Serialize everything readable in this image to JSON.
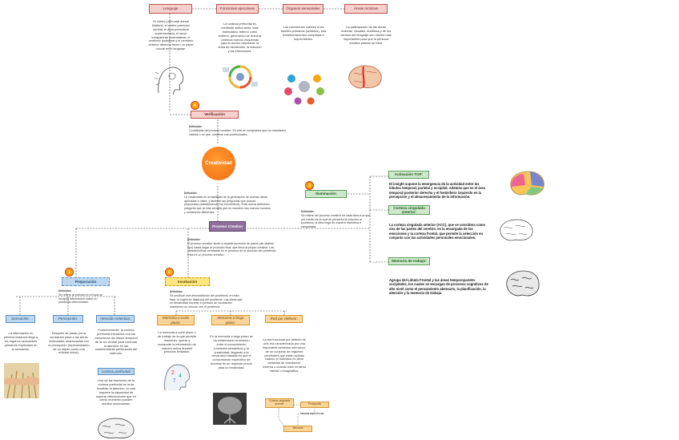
{
  "top": {
    "boxes": [
      "Lenguaje",
      "Funciones ejecutivas",
      "Órganos sensoriales",
      "Áreas motoras"
    ],
    "texts": [
      "El córtex prefrontal dorsal bilateral, el córtex premotor central, el área premotora suplementaria, el surco intraparietal contralateral, el cerebelo ipsilateral y el cerebelo anterior derecho tienen un papel crucial en el lenguaje.",
      "La corteza prefrontal es mediante activa tanto, este estimulador interno como externo, generando de manera continua nuevos esquemas para la acción voluntaria: la toma de decisiones, la solución y las intenciones.",
      "Las conexiones vuelven a las fuentes primarias (sentidos), tras transformaciones complejas e imprevisibles.",
      "La participación de las áreas motoras, visuales, auditivas y de los centros del lenguaje son mucho más importantes para que la persona creativa plasme su idea."
    ]
  },
  "verificacion": {
    "badge": "4",
    "title": "Verificación",
    "def_label": "Definición:",
    "def_text": "Constituida del proceso creativo. En ella se comprueba que los resultados válidos o no que, contiene sus profesionales."
  },
  "center": {
    "title": "Creatividad",
    "def_label": "Definición:",
    "def_text": "La creatividad es la habilidad de la generación de nuevas ideas, aplicadas o útiles, y también las preguntas que buscan propuestas (estableciendo los encuentros). Esta nueva definición pregunta que la más sencilla que en cuestión sus nuevos mundos y soluciones diferentes.",
    "proceso": "Proceso Creativo",
    "proc_def_label": "Definición:",
    "proc_def_text": "El proceso creativo alude a aquella sucesión de pasos (de distinto tipo) hasta llegar al producto final, que lleva al propio creativo. Las características centradas en el proceso de la solución del problema. Esta es un proceso creativo."
  },
  "iluminacion": {
    "badge": "3",
    "title": "Iluminación",
    "def_label": "Definición:",
    "def_text": "Se refiere del proceso creativo en cada idea a la que por medio de la cual se presenta la solución al problema, la idea llega de manera repentina e inesperada."
  },
  "right": {
    "items": [
      "Activación TOP:",
      "Corteza cingulada anterior:",
      "Memoria de trabajo:"
    ],
    "texts": [
      "El insight supone la emergencia de la actividad entre los lóbulos temporal, parietal y occipital. Además que es el área temporal posterior derecha y el hemisferio izquierdo es la percepción y el almacenamiento de la información.",
      "La corteza cingulada anterior (ACC), que se considera como una de las partes del cerebro, es la encargada de las emociones y la corteza frontal, que permite la selección en conjunto con las actividades personales emocionales.",
      "Agrupa del Lóbulo Frontal y las áreas temporoparieto-occipitales, los cuales se encargan de procesos cognitivos de alto nivel como el pensamiento abstracto, la planificación, la atención y la memoria de trabajo."
    ]
  },
  "preparacion": {
    "badge": "1",
    "title": "Preparación",
    "def_label": "Definición:",
    "def_text": "Se refiere al período en el cual se recopila información sobre un problema determinado.",
    "subs": [
      "Sensación:",
      "Percepción:",
      "Atención selectiva:"
    ],
    "sub_texts": [
      "La información en primera instancia llega a los órganos sensoriales primarios implicados en la sensación.",
      "Después de pasar por la sensación pasa a las áreas unimodales relacionadas con la percepción (representación de un objeto como una entidad única).",
      "Posteriormente, la corteza prefrontal interactúa con las estructuras del lóbulo temporal de la vía ventral para controlar la atención en las características particulares del estímulo."
    ],
    "cortex_label": "corteza prefrontal",
    "cortex_text": "Una de las funciones de la corteza prefrontal es la de focalizar la atención, lo cual requiere la capacidad de superar distracciones que en cierto momento pueden resultar secundarias."
  },
  "incubacion": {
    "badge": "2",
    "title": "Incubación",
    "def_label": "Definición:",
    "def_text": "Se produce una descentración del problema, en esta fase, el sujeto se distancia del problema. Las ideas que se desarrollan durante el periodo de incubación mantienen un vínculo con el problema.",
    "subs": [
      "Memoria a corto plazo:",
      "Memoria a largo plazo:",
      "Red por defecto:"
    ],
    "sub_texts": [
      "La memoria a corto plazo o de trabajo es la que permite mantener, operar y manipular la información de manera activa durante periodos limitados.",
      "En la memoria a largo plazo se ha evidenciado la relación entre el conocimiento (memoria semántica) y la creatividad, llegando a la conclusión basada en que el conocimiento específico de dominio es un requisito previo para la creatividad.",
      "La red funcional por defecto es una red caracterizada por una importante actividad intrínseca, de un conjunto de regiones cerebrales que están activas cuando el individuo no tiene actividad de orientación externa o cuando está en tarea mental o imaginativa."
    ],
    "flow": [
      "Nuevas experiencias",
      "Percepción",
      "Corteza cingulada anterior",
      "Memoria"
    ]
  }
}
